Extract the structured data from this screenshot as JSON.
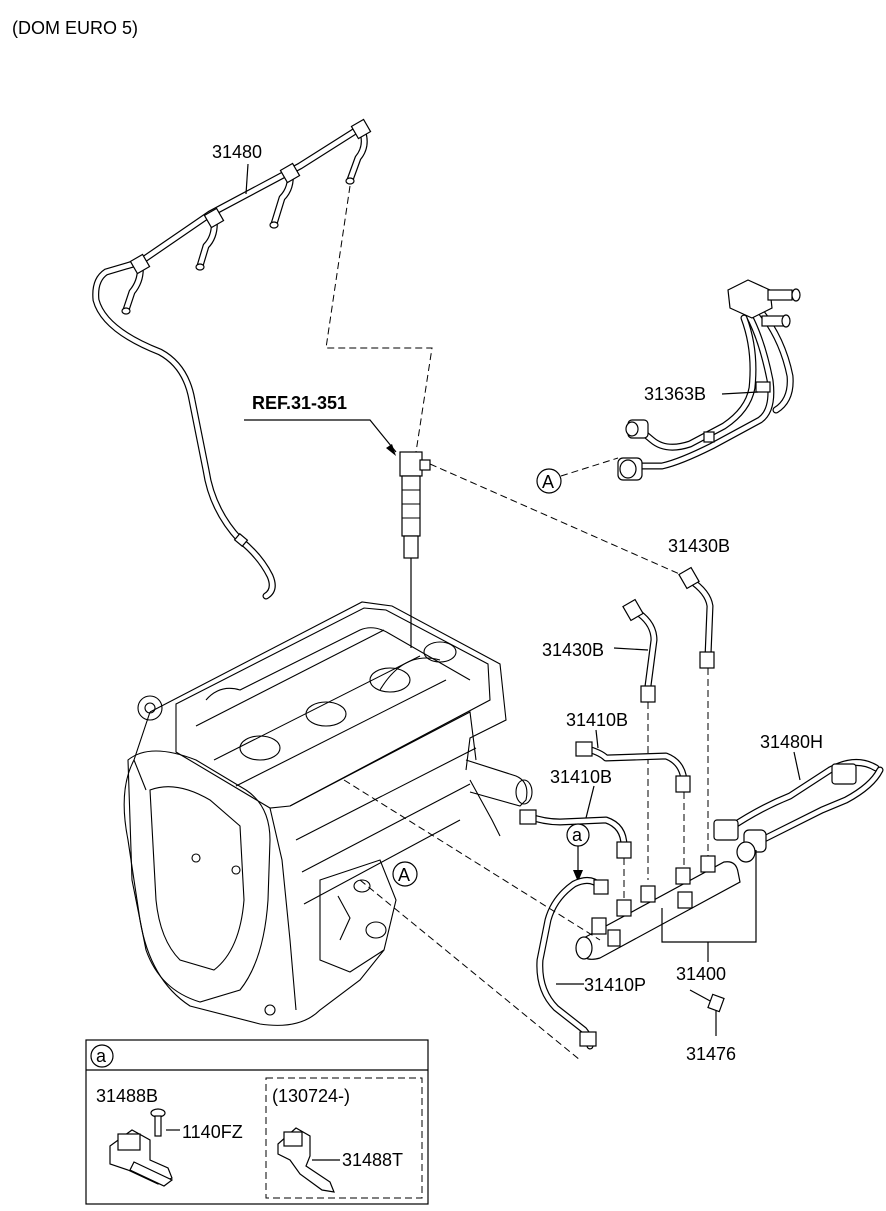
{
  "header": {
    "variant": "(DOM EURO 5)"
  },
  "reference": {
    "label": "REF.31-351"
  },
  "parts": {
    "p31480": "31480",
    "p31363B": "31363B",
    "p31430B_a": "31430B",
    "p31430B_b": "31430B",
    "p31410B_a": "31410B",
    "p31410B_b": "31410B",
    "p31480H": "31480H",
    "p31400": "31400",
    "p31410P": "31410P",
    "p31476": "31476"
  },
  "callouts": {
    "A_top": "A",
    "A_engine": "A",
    "a_pipe": "a"
  },
  "detail_box": {
    "marker": "a",
    "left": {
      "part": "31488B",
      "fastener": "1140FZ"
    },
    "right": {
      "date_range": "(130724-)",
      "part": "31488T"
    }
  }
}
